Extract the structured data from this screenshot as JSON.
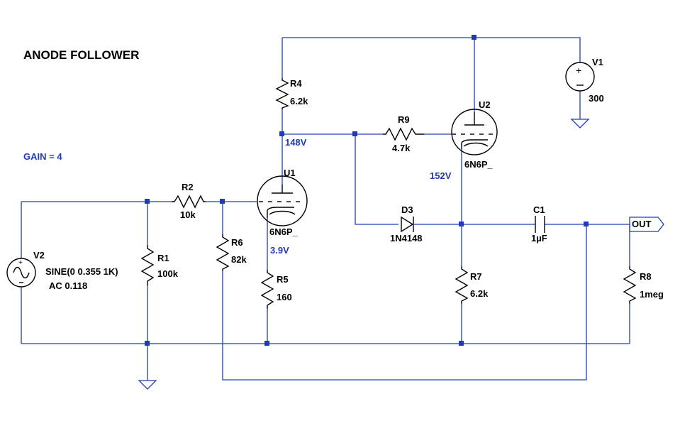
{
  "title": "ANODE FOLLOWER",
  "gain_note": "GAIN = 4",
  "components": {
    "V1": {
      "name": "V1",
      "value": "300"
    },
    "V2": {
      "name": "V2",
      "value": "SINE(0 0.355 1K)",
      "ac": "AC 0.118"
    },
    "R1": {
      "name": "R1",
      "value": "100k"
    },
    "R2": {
      "name": "R2",
      "value": "10k"
    },
    "R4": {
      "name": "R4",
      "value": "6.2k"
    },
    "R5": {
      "name": "R5",
      "value": "160"
    },
    "R6": {
      "name": "R6",
      "value": "82k"
    },
    "R7": {
      "name": "R7",
      "value": "6.2k"
    },
    "R8": {
      "name": "R8",
      "value": "1meg"
    },
    "R9": {
      "name": "R9",
      "value": "4.7k"
    },
    "C1": {
      "name": "C1",
      "value": "1µF"
    },
    "D3": {
      "name": "D3",
      "value": "1N4148"
    },
    "U1": {
      "name": "U1",
      "value": "6N6P_"
    },
    "U2": {
      "name": "U2",
      "value": "6N6P_"
    }
  },
  "voltages": {
    "u1_anode": "148V",
    "u1_cathode": "3.9V",
    "u2_cathode": "152V"
  },
  "output_label": "OUT",
  "colors": {
    "wire": "#1f3cb4",
    "symbol": "#000000",
    "annotation": "#1f3cb4"
  }
}
